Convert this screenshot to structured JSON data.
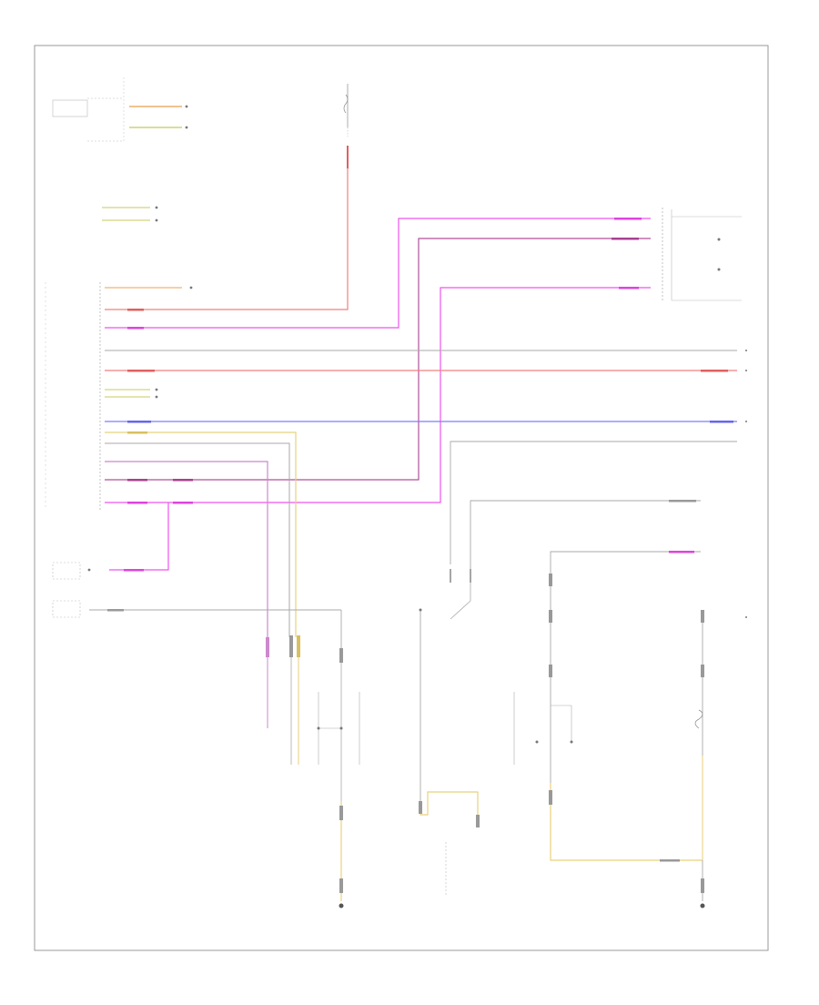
{
  "diagram": {
    "footer_code": "",
    "colors": {
      "red": "#f08080",
      "pink": "#ee55ee",
      "purple_pink": "#b24f9a",
      "blue": "#7c7cff",
      "yellow": "#e8d27a",
      "gray": "#aaaaaa",
      "olive": "#c0c070"
    },
    "components": [
      {
        "id": "fresh-air-control",
        "lines": [
          "",
          "",
          ""
        ]
      },
      {
        "id": "ac-control",
        "lines": [
          "",
          "",
          ""
        ]
      },
      {
        "id": "instrument-cluster",
        "lines": [
          "",
          ""
        ]
      },
      {
        "id": "fuse",
        "lines": [
          "",
          "",
          "",
          ""
        ]
      },
      {
        "id": "hot-at",
        "lines": [
          "",
          ""
        ]
      },
      {
        "id": "steering-switch",
        "lines": [
          "",
          "",
          ""
        ]
      },
      {
        "id": "central-module",
        "lines": [
          "",
          "",
          "",
          "",
          ""
        ]
      },
      {
        "id": "front-interior-light",
        "lines": [
          ""
        ]
      },
      {
        "id": "transmission-module",
        "lines": [
          ""
        ]
      },
      {
        "id": "rear-mirror",
        "lines": [
          "",
          "",
          ""
        ]
      },
      {
        "id": "emergency-switch",
        "lines": [
          "",
          "",
          ""
        ]
      },
      {
        "id": "overhead-console",
        "lines": [
          "",
          "",
          "",
          ""
        ]
      },
      {
        "id": "instrument-light",
        "lines": [
          "",
          "",
          "",
          "",
          ""
        ]
      },
      {
        "id": "seat-switch",
        "lines": [
          "",
          "",
          ""
        ]
      },
      {
        "id": "tow-button",
        "lines": [
          "",
          ""
        ]
      },
      {
        "id": "ground-left",
        "lines": [
          "",
          "",
          ""
        ]
      },
      {
        "id": "ground-center",
        "lines": [
          "",
          "",
          "",
          ""
        ]
      },
      {
        "id": "ground-mid",
        "lines": [
          "",
          "",
          ""
        ]
      },
      {
        "id": "ground-right",
        "lines": [
          "",
          ""
        ]
      }
    ]
  }
}
